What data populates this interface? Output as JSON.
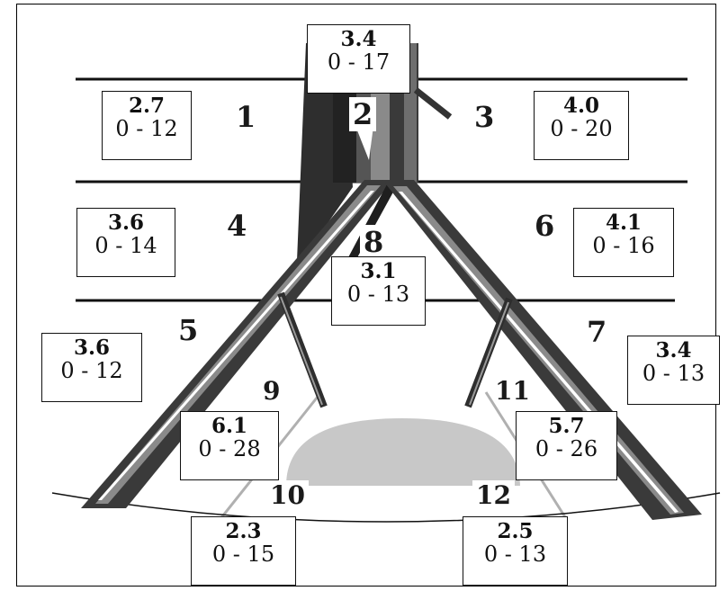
{
  "segments": [
    {
      "id": "1",
      "mean": "2.7",
      "range": "0 - 12"
    },
    {
      "id": "2",
      "mean": "3.4",
      "range": "0 - 17"
    },
    {
      "id": "3",
      "mean": "4.0",
      "range": "0 - 20"
    },
    {
      "id": "4",
      "mean": "3.6",
      "range": "0 - 14"
    },
    {
      "id": "5",
      "mean": "3.6",
      "range": "0 - 12"
    },
    {
      "id": "6",
      "mean": "4.1",
      "range": "0 - 16"
    },
    {
      "id": "7",
      "mean": "3.4",
      "range": "0 - 13"
    },
    {
      "id": "8",
      "mean": "3.1",
      "range": "0 - 13"
    },
    {
      "id": "9",
      "mean": "6.1",
      "range": "0 - 28"
    },
    {
      "id": "10",
      "mean": "2.3",
      "range": "0 - 15"
    },
    {
      "id": "11",
      "mean": "5.7",
      "range": "0 - 26"
    },
    {
      "id": "12",
      "mean": "2.5",
      "range": "0 - 13"
    }
  ],
  "colors": {
    "vessel_dark": "#3a3a3a",
    "vessel_mid": "#8a8a8a",
    "vessel_core": "#1f1f1f",
    "lumen_white": "#ffffff",
    "dome_gray": "#c8c8c8",
    "line": "#111111"
  }
}
